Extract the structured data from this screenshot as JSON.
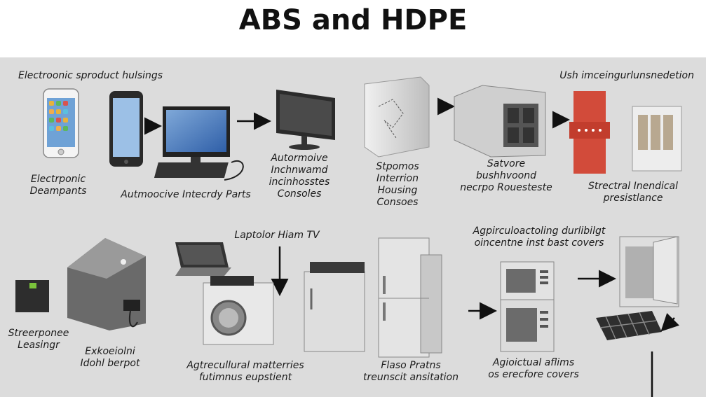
{
  "title": "ABS and HDPE",
  "labels": {
    "electronic_housings": "Electroonic sproduct hulsings",
    "top_right": "Ush imceingurlunsnedetion",
    "electronic_components": "Electrponic\nDeampants",
    "automotive_interior_parts": "Autmoocive Intecrdy Parts",
    "automotive_consoles": "Autormoive\nInchnwamd\nincinhosstes\nConsoles",
    "housing_consoles": "Stpomos\nInterrion\nHousing\nConsoes",
    "bushwood": "Satvore\nbushhvoond\nnecrpo Rouesteste",
    "structural_resistance": "Strectral Inendical\npresistlance",
    "laptop_tv": "Laptolor Hiam TV",
    "agricultural_top": "Agpirculoactoling durlibilgt\noincentne inst bast covers",
    "streetphone": "Streerponee\nLeasingr",
    "exterior_bumper": "Exkoeiolni\nIdohl berpot",
    "agricultural_bottom": "Agtrecullural matterries\nfutimnus eupstient",
    "flaso_parts": "Flaso Pratns\ntreunscit ansitation",
    "agricultural_films": "Agioictual aflims\nos erecfore  covers"
  }
}
